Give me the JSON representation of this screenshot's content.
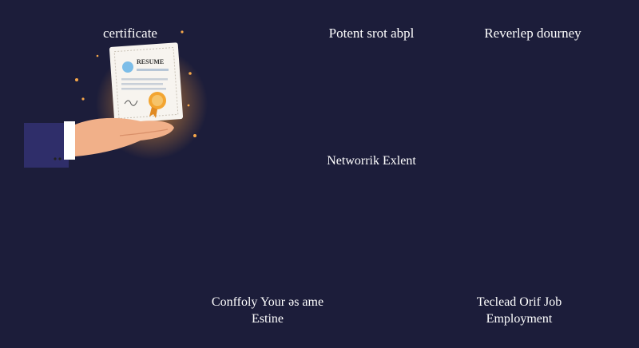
{
  "nodes": {
    "certificate": {
      "title": "certificate",
      "doc_label": "RESUME"
    },
    "potent": {
      "title": "Potent srot abpl"
    },
    "reverie": {
      "title": "Reverlep dourney"
    },
    "network": {
      "title": "Networrik Exlent"
    },
    "conffoly": {
      "title": "Conffoly Your ǝs ame",
      "subtitle": "Estine"
    },
    "job": {
      "title": "Teclead Orif Job",
      "subtitle": "Employment"
    }
  },
  "colors": {
    "background": "#1c1d3a",
    "arrow": "#ffffff",
    "accent_orange": "#f2a63a",
    "accent_blue": "#4ba3e3",
    "circle": "#2e3060"
  }
}
